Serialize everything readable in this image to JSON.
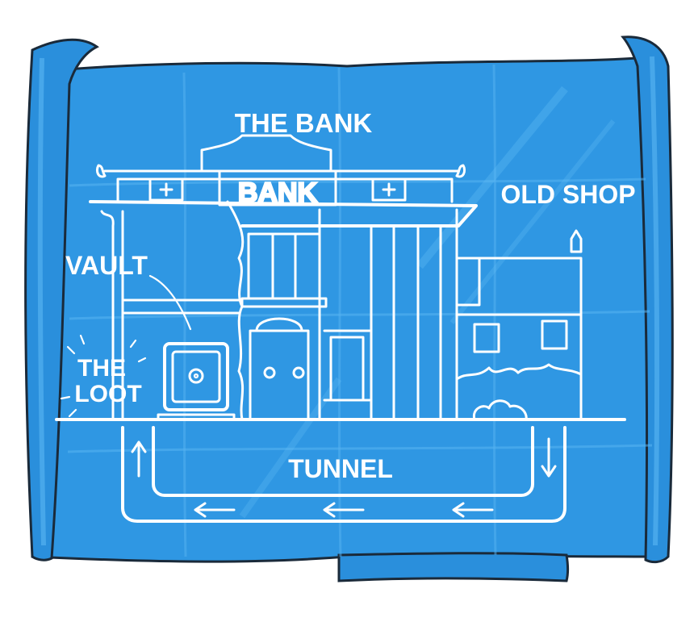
{
  "blueprint": {
    "colors": {
      "paper": "#2f97e3",
      "paper_dark": "#1c7fcc",
      "paper_light": "#45aaf0",
      "outline": "#1a2a3a",
      "ink": "#ffffff"
    },
    "labels": {
      "the_bank": "THE BANK",
      "bank_sign": "BANK",
      "old_shop": "OLD SHOP",
      "vault": "VAULT",
      "the_loot_line1": "THE",
      "the_loot_line2": "LOOT",
      "tunnel": "TUNNEL"
    },
    "tunnel_arrow_direction": [
      "up",
      "down",
      "left",
      "left",
      "left"
    ]
  }
}
